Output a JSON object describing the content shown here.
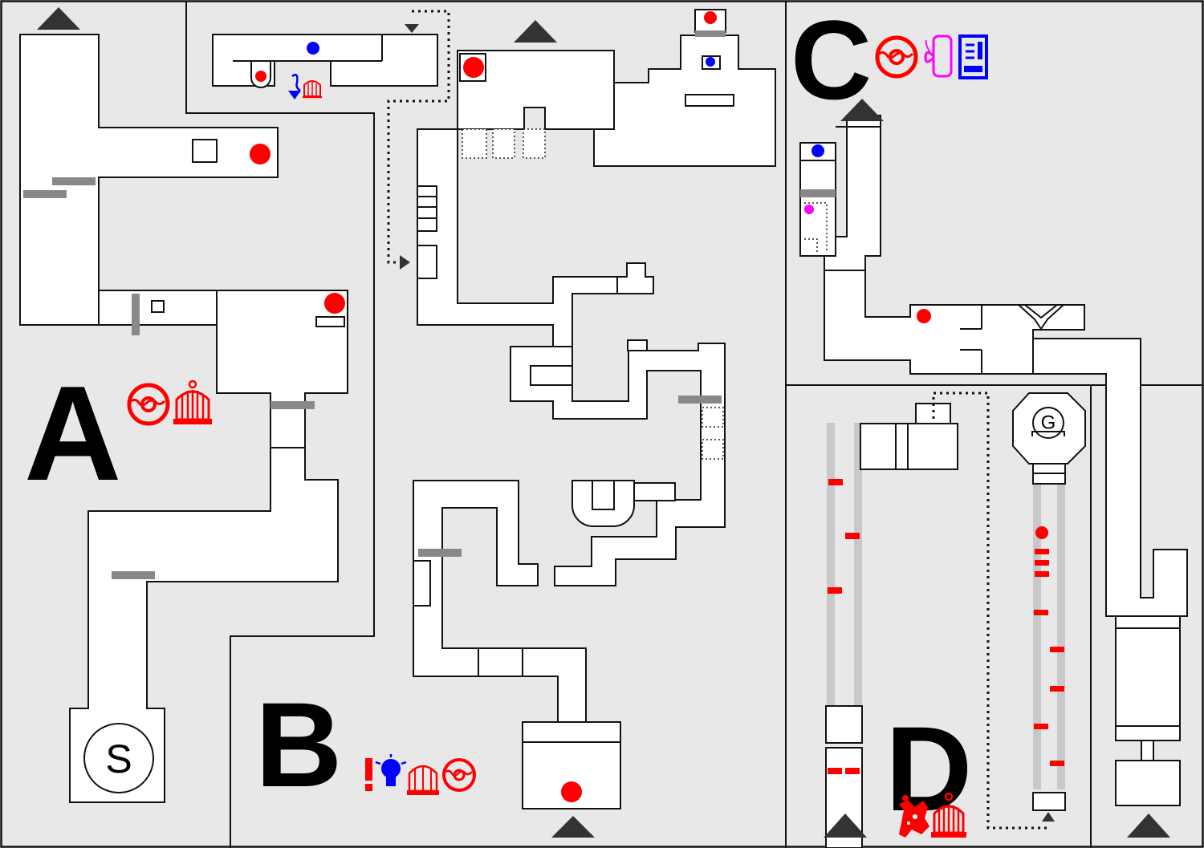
{
  "map": {
    "regions": [
      {
        "id": "A",
        "label": "A",
        "icons": [
          "donut-icon",
          "cage-icon"
        ]
      },
      {
        "id": "B",
        "label": "B",
        "icons": [
          "exclamation-icon",
          "lightbulb-icon",
          "cage-icon",
          "donut-icon"
        ]
      },
      {
        "id": "C",
        "label": "C",
        "icons": [
          "donut-icon",
          "scroll-icon",
          "vending-machine-icon"
        ]
      },
      {
        "id": "D",
        "label": "D",
        "icons": [
          "monster-icon",
          "cage-icon"
        ]
      }
    ],
    "start_label": "S",
    "goal_label": "G",
    "colors": {
      "background": "#e8e8e8",
      "room": "#ffffff",
      "wall": "#111111",
      "door": "#888888",
      "collectible": "#ff0000",
      "key_item": "#0000ff",
      "special_item": "#ff00ff",
      "region_icons_a_b_d": "#ff0000",
      "region_icons_c": [
        "#ff0000",
        "#ff00ff",
        "#0000ff"
      ]
    }
  }
}
